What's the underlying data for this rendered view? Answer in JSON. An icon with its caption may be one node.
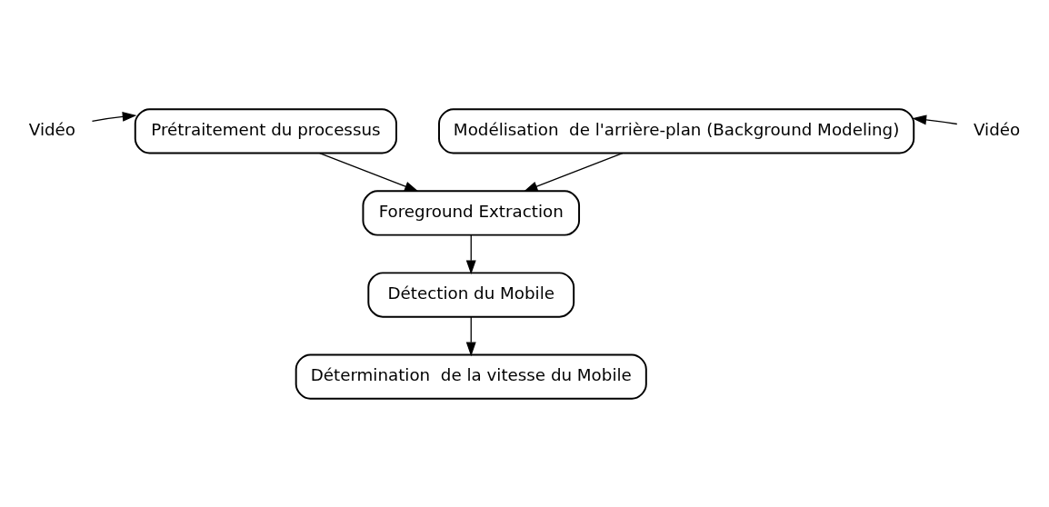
{
  "diagram": {
    "nodes": [
      {
        "text": [
          "Vidéo"
        ]
      },
      {
        "text": [
          "Prétraitement du processus"
        ]
      },
      {
        "text": [
          "Modélisation  de l'arrière-plan (Background Modeling)"
        ]
      },
      {
        "text": [
          "Vidéo"
        ]
      },
      {
        "text": [
          "Foreground Extraction"
        ]
      },
      {
        "text": [
          "Détection du Mobile"
        ]
      },
      {
        "text": [
          "Détermination  de la vitesse du Mobile"
        ]
      }
    ],
    "edges": [
      {
        "from": 0,
        "to": 1,
        "arrow": "to"
      },
      {
        "from": 3,
        "to": 2,
        "arrow": "to"
      },
      {
        "from": 1,
        "to": 4,
        "arrow": "to"
      },
      {
        "from": 2,
        "to": 4,
        "arrow": "to"
      },
      {
        "from": 4,
        "to": 5,
        "arrow": "to"
      },
      {
        "from": 5,
        "to": 6,
        "arrow": "to"
      }
    ]
  }
}
